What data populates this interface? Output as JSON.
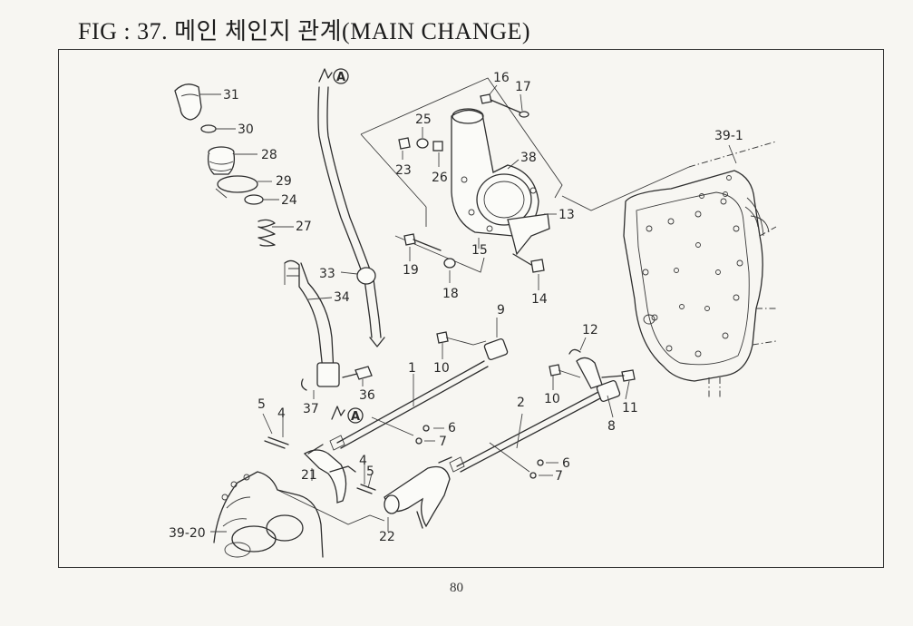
{
  "figure": {
    "title": "FIG : 37.  메인  체인지  관계(MAIN CHANGE)",
    "page_number": "80"
  },
  "callouts": [
    {
      "id": "c31",
      "text": "31"
    },
    {
      "id": "c30",
      "text": "30"
    },
    {
      "id": "c28",
      "text": "28"
    },
    {
      "id": "c29",
      "text": "29"
    },
    {
      "id": "c24",
      "text": "24"
    },
    {
      "id": "c27",
      "text": "27"
    },
    {
      "id": "c33",
      "text": "33"
    },
    {
      "id": "c34",
      "text": "34"
    },
    {
      "id": "c37",
      "text": "37"
    },
    {
      "id": "c36",
      "text": "36"
    },
    {
      "id": "c5a",
      "text": "5"
    },
    {
      "id": "c4a",
      "text": "4"
    },
    {
      "id": "c21",
      "text": "21"
    },
    {
      "id": "c4b",
      "text": "4"
    },
    {
      "id": "c5b",
      "text": "5"
    },
    {
      "id": "c22",
      "text": "22"
    },
    {
      "id": "c3920",
      "text": "39-20"
    },
    {
      "id": "c16",
      "text": "16"
    },
    {
      "id": "c17",
      "text": "17"
    },
    {
      "id": "c25",
      "text": "25"
    },
    {
      "id": "c23",
      "text": "23"
    },
    {
      "id": "c26",
      "text": "26"
    },
    {
      "id": "c38",
      "text": "38"
    },
    {
      "id": "c13",
      "text": "13"
    },
    {
      "id": "c19",
      "text": "19"
    },
    {
      "id": "c15",
      "text": "15"
    },
    {
      "id": "c18",
      "text": "18"
    },
    {
      "id": "c14",
      "text": "14"
    },
    {
      "id": "c391",
      "text": "39-1"
    },
    {
      "id": "c9",
      "text": "9"
    },
    {
      "id": "c10a",
      "text": "10"
    },
    {
      "id": "c1",
      "text": "1"
    },
    {
      "id": "c6a",
      "text": "6"
    },
    {
      "id": "c7a",
      "text": "7"
    },
    {
      "id": "c12",
      "text": "12"
    },
    {
      "id": "c10b",
      "text": "10"
    },
    {
      "id": "c2",
      "text": "2"
    },
    {
      "id": "c8",
      "text": "8"
    },
    {
      "id": "c11",
      "text": "11"
    },
    {
      "id": "c6b",
      "text": "6"
    },
    {
      "id": "c7b",
      "text": "7"
    }
  ],
  "connectors": {
    "top": "A",
    "bottom": "A"
  }
}
